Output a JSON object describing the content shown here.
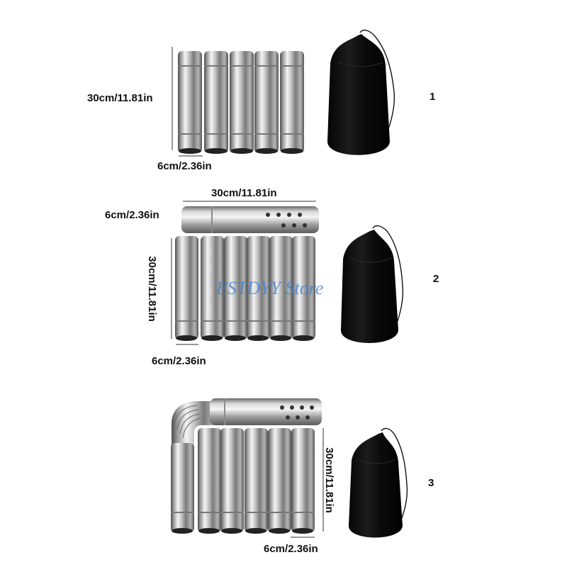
{
  "sets": [
    {
      "number": "1",
      "length_label": "30cm/11.81in",
      "width_label": "6cm/2.36in"
    },
    {
      "number": "2",
      "length_label_top": "30cm/11.81in",
      "width_label_top": "6cm/2.36in",
      "length_label_side": "30cm/11.81in",
      "width_label": "6cm/2.36in"
    },
    {
      "number": "3",
      "length_label": "30cm/11.81in",
      "width_label": "6cm/2.36in"
    }
  ],
  "watermark": "ESTDYY Store",
  "colors": {
    "steel_light": "#f2f2f2",
    "steel_dark": "#5a5a5a",
    "bag": "#0c0c0c",
    "watermark": "#3d7fd6"
  }
}
